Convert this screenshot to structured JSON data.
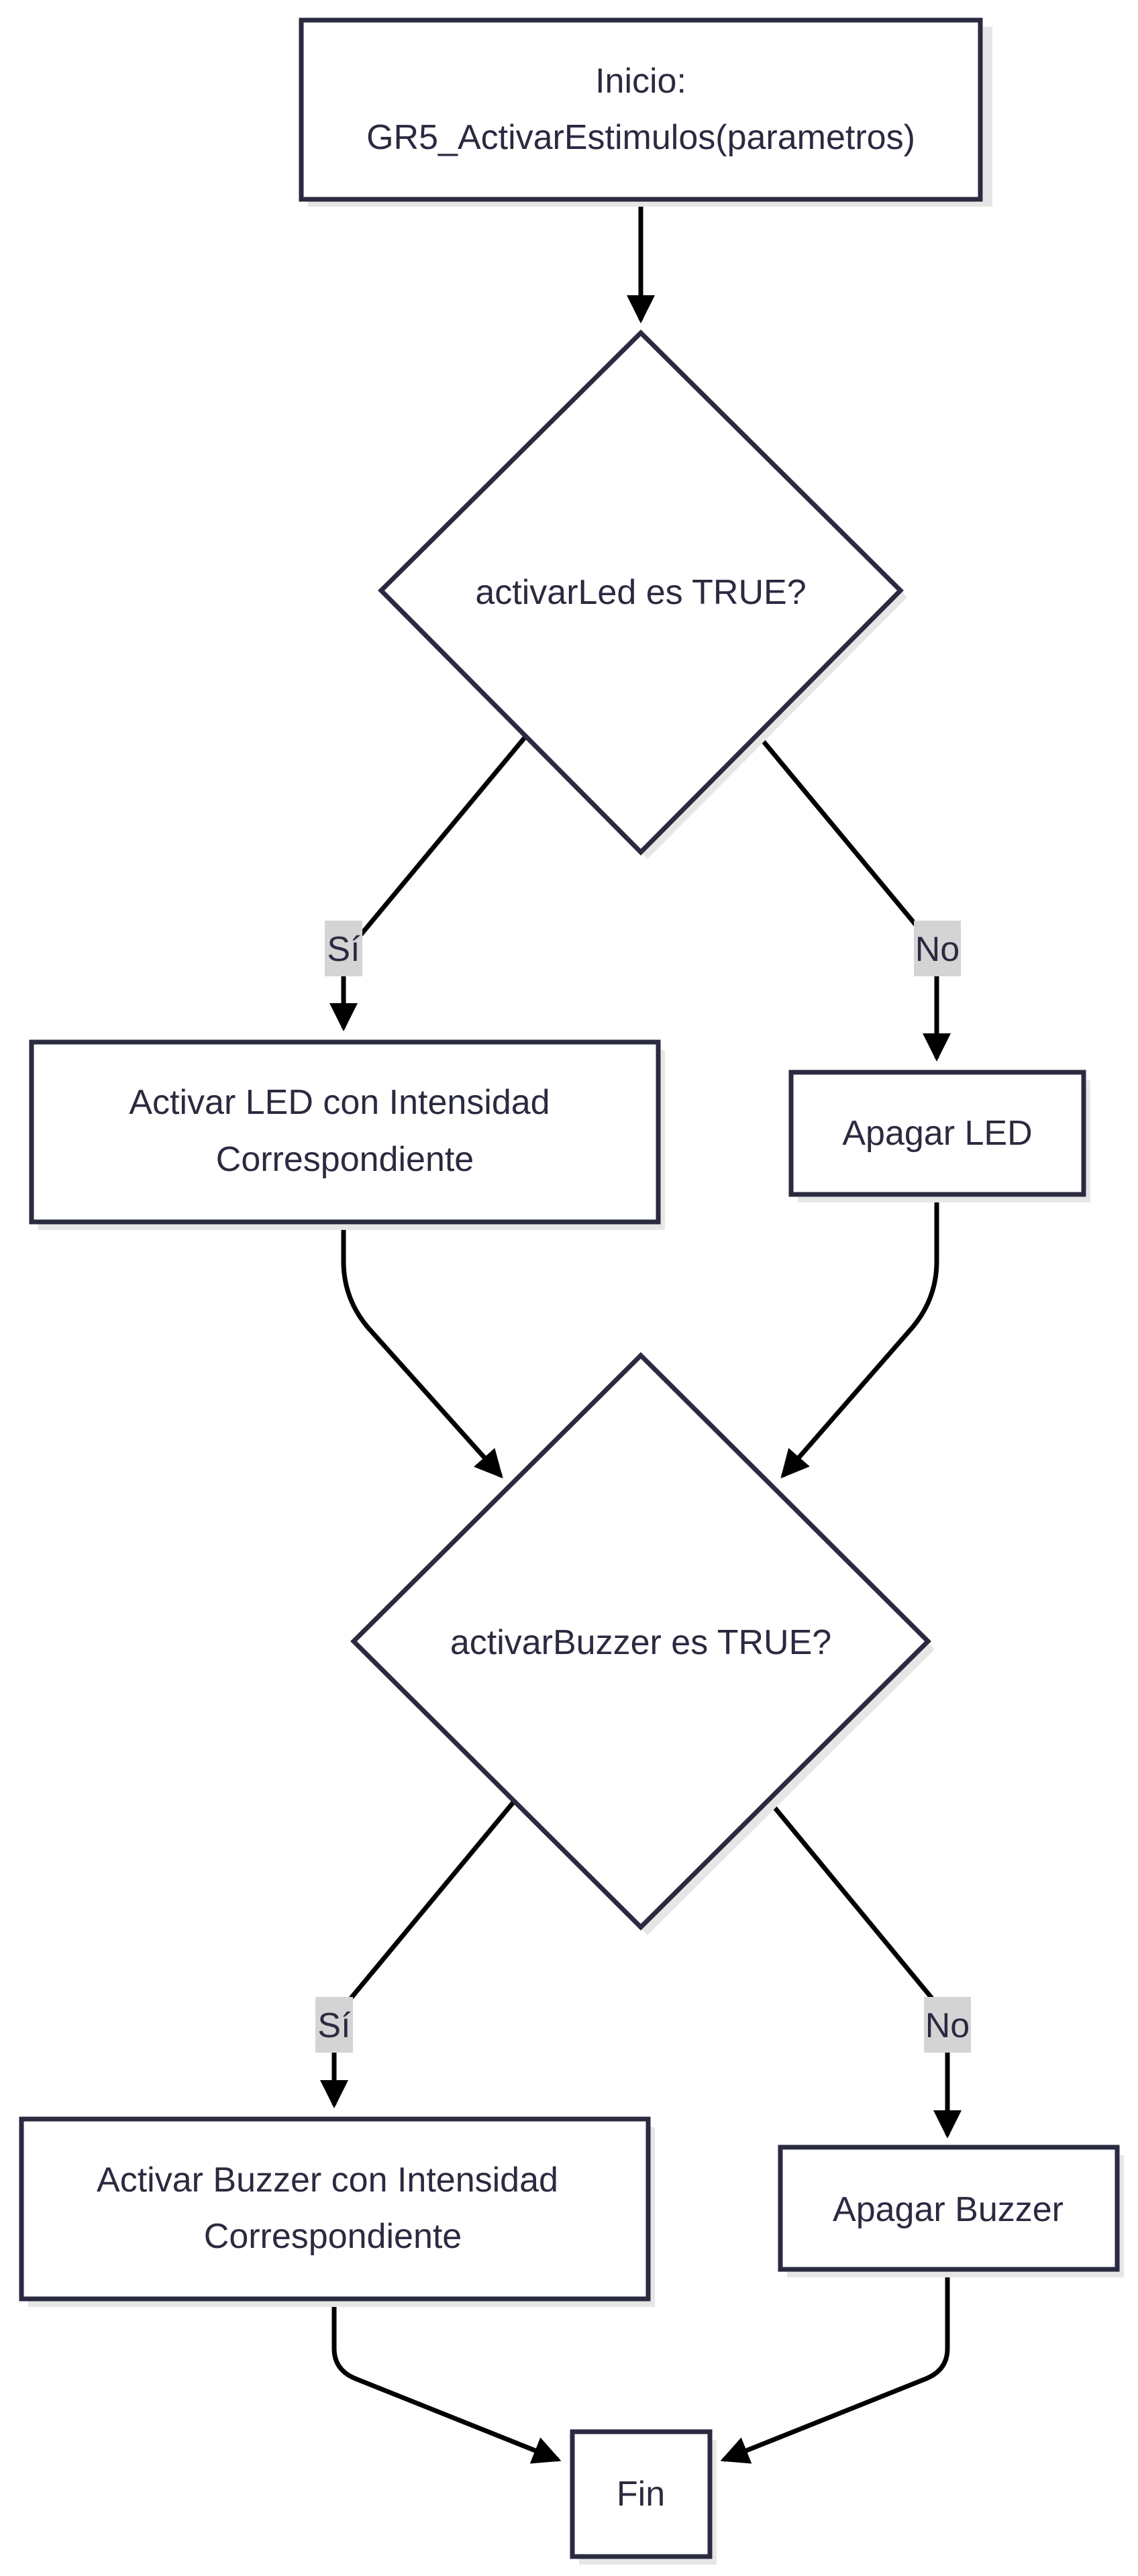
{
  "diagram": {
    "nodes": {
      "start": {
        "line1": "Inicio:",
        "line2": "GR5_ActivarEstimulos(parametros)"
      },
      "decision_led": {
        "text": "activarLed es TRUE?"
      },
      "activate_led": {
        "line1": "Activar LED con Intensidad",
        "line2": "Correspondiente"
      },
      "turn_off_led": {
        "text": "Apagar LED"
      },
      "decision_buzzer": {
        "text": "activarBuzzer es TRUE?"
      },
      "activate_buzzer": {
        "line1": "Activar Buzzer con Intensidad",
        "line2": "Correspondiente"
      },
      "turn_off_buzzer": {
        "text": "Apagar Buzzer"
      },
      "end": {
        "text": "Fin"
      }
    },
    "edge_labels": {
      "led_yes": "Sí",
      "led_no": "No",
      "buzzer_yes": "Sí",
      "buzzer_no": "No"
    }
  }
}
